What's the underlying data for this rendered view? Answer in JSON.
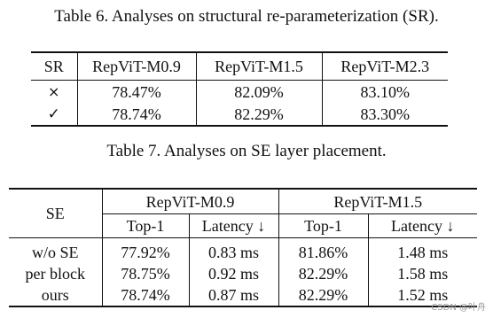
{
  "table6": {
    "caption": "Table 6. Analyses on structural re-parameterization (SR).",
    "headers": [
      "SR",
      "RepViT-M0.9",
      "RepViT-M1.5",
      "RepViT-M2.3"
    ],
    "rows": [
      [
        "×",
        "78.47%",
        "82.09%",
        "83.10%"
      ],
      [
        "✓",
        "78.74%",
        "82.29%",
        "83.30%"
      ]
    ]
  },
  "table7": {
    "caption": "Table 7. Analyses on SE layer placement.",
    "row_header": "SE",
    "groups": [
      "RepViT-M0.9",
      "RepViT-M1.5"
    ],
    "subheaders": [
      "Top-1",
      "Latency ↓",
      "Top-1",
      "Latency ↓"
    ],
    "rows": [
      [
        "w/o SE",
        "77.92%",
        "0.83 ms",
        "81.86%",
        "1.48 ms"
      ],
      [
        "per block",
        "78.75%",
        "0.92 ms",
        "82.29%",
        "1.58 ms"
      ],
      [
        "ours",
        "78.74%",
        "0.87 ms",
        "82.29%",
        "1.52 ms"
      ]
    ]
  },
  "watermark": "CSDN @叶舟"
}
